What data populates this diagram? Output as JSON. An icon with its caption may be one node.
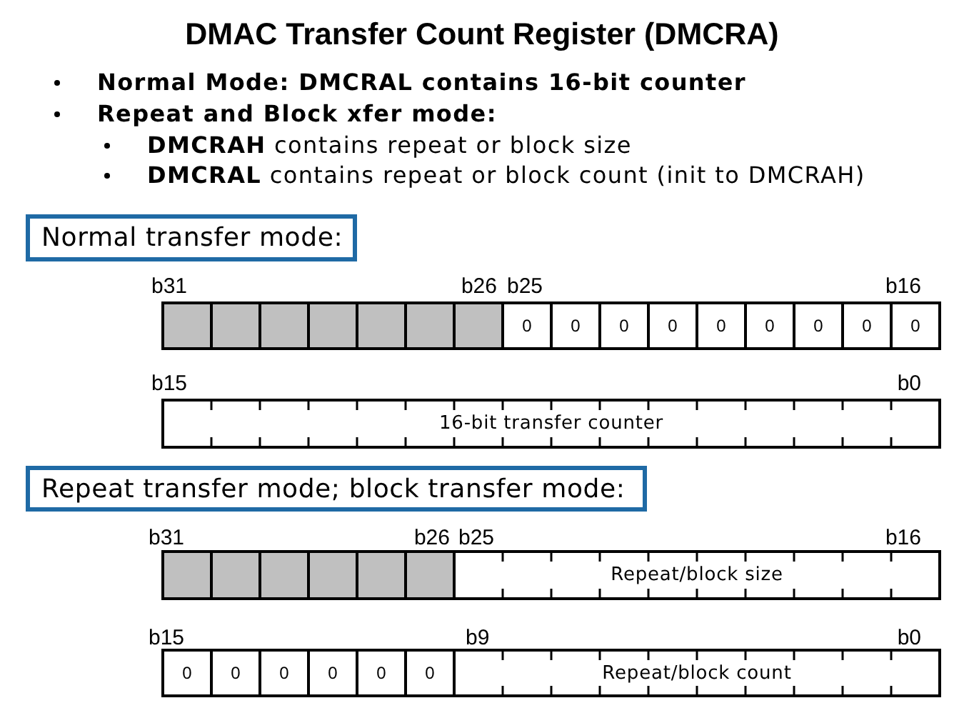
{
  "diagram": {
    "title": "DMAC Transfer Count Register (DMCRA)",
    "nodes": [
      {
        "text": [
          "Normal transfer mode:"
        ]
      },
      {
        "text": [],
        "shape": "box"
      },
      {
        "text": [],
        "shape": "box"
      },
      {
        "text": [],
        "shape": "box"
      },
      {
        "text": [],
        "shape": "box"
      },
      {
        "text": [],
        "shape": "box"
      },
      {
        "text": [],
        "shape": "box"
      },
      {
        "text": [],
        "shape": "box"
      },
      {
        "text": [
          "0"
        ]
      },
      {
        "text": [
          "0"
        ]
      },
      {
        "text": [
          "0"
        ]
      },
      {
        "text": [
          "0"
        ]
      },
      {
        "text": [
          "0"
        ]
      },
      {
        "text": [
          "0"
        ]
      },
      {
        "text": [
          "0"
        ]
      },
      {
        "text": [
          "0"
        ]
      },
      {
        "text": [
          "0"
        ]
      },
      {
        "text": [
          "16-bit transfer counter"
        ]
      },
      {
        "text": [
          "Repeat transfer mode; block transfer mode:"
        ]
      },
      {
        "text": [],
        "shape": "box"
      },
      {
        "text": [],
        "shape": "box"
      },
      {
        "text": [],
        "shape": "box"
      },
      {
        "text": [],
        "shape": "box"
      },
      {
        "text": [],
        "shape": "box"
      },
      {
        "text": [],
        "shape": "box"
      },
      {
        "text": [
          "Repeat/block size"
        ]
      },
      {
        "text": [
          "0"
        ]
      },
      {
        "text": [
          "0"
        ]
      },
      {
        "text": [
          "0"
        ]
      },
      {
        "text": [
          "0"
        ]
      },
      {
        "text": [
          "0"
        ]
      },
      {
        "text": [
          "0"
        ]
      },
      {
        "text": [
          "Repeat/block count"
        ]
      }
    ],
    "labels": [
      "Normal Mode: DMCRAL contains 16-bit counter",
      "Repeat and Block xfer mode:",
      "**DMCRAH** contains repeat or block size",
      "**DMCRAL** contains repeat or block count (init to DMCRAH)",
      "b31",
      "b26",
      "b25",
      "b16",
      "b15",
      "b0",
      "b31",
      "b26",
      "b25",
      "b16",
      "b15",
      "b9",
      "b0"
    ]
  }
}
